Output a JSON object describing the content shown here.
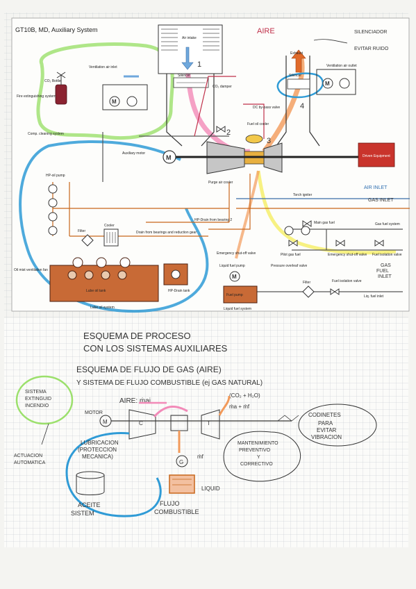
{
  "printed": {
    "title": "GT10B, MD, Auxiliary System",
    "air_intake": "Air intake",
    "exhaust": "Exhaust",
    "vent_inlet": "Ventilation air inlet",
    "vent_outlet": "Ventilation air outlet",
    "co2_bottle": "CO₂ Bottle",
    "fire_system": "Fire extinguishing system",
    "silencer": "Silencer",
    "co2_damper": "CO₂ damper",
    "comp_cleaning": "Comp. cleaning system",
    "auxiliary_motor": "Auxiliary motor",
    "dc_bypass": "DC by-pass valve",
    "fuel_oil_cooler": "Fuel oil cooler",
    "purge_air_cooler": "Purge air cooler",
    "hp_oil_pump": "HP-oil pump",
    "filter": "Filter",
    "cooler": "Cooler",
    "drain_bearings": "Drain from bearings and reduction gear",
    "hp_drain": "HP-Drain from bearing 2",
    "torch_igniter": "Torch igniter",
    "main_gas_fuel": "Main gas fuel",
    "pilot_gas_fuel": "Pilot gas fuel",
    "emergency_valve": "Emergency shut-off valve",
    "gas_fuel_system": "Gas fuel system",
    "fuel_isolation": "Fuel isolation valve",
    "oil_mist": "Oil mist ventilation fan",
    "lube_oil_tank": "Lube oil tank",
    "lube_oil_system": "Lube oil system",
    "hp_drain_tank": "HP-Drain tank",
    "emergency_shutoff": "Emergency shut-off valve",
    "liquid_fuel_pump": "Liquid fuel pump",
    "pressure_overleaf": "Pressure overleaf valve",
    "fuel_pump": "Fuel pump",
    "liquid_fuel_system": "Liquid fuel system",
    "liq_fuel_inlet": "Liq. fuel inlet",
    "driven_equipment": "Driven Equipment"
  },
  "handwritten": {
    "aire": "AIRE",
    "silenciador": "SILENCIADOR",
    "evitar_ruido": "EVITAR RUIDO",
    "air_inlet": "AIR INLET",
    "gas_inlet": "GAS INLET",
    "gas": "GAS",
    "fuel": "FUEL",
    "inlet": "INLET",
    "n1": "1",
    "n2": "2",
    "n3": "3",
    "n4": "4",
    "heading1": "ESQUEMA DE PROCESO",
    "heading2": "CON LOS SISTEMAS AUXILIARES",
    "heading3": "ESQUEMA DE FLUJO DE GAS (AIRE)",
    "heading4": "Y SISTEMA DE FLUJO COMBUSTIBLE (ej GAS NATURAL)",
    "ext1": "SISTEMA",
    "ext2": "EXTINGUID",
    "ext3": "INCENDIO",
    "act1": "ACTUACION",
    "act2": "AUTOMATICA",
    "aire_mai": "AIRE: ṁai",
    "co2h2o": "(CO₂ + H₂O)",
    "mass_flow": "ṁa + ṁf",
    "motor": "MOTOR",
    "m": "M",
    "c": "C",
    "t": "T",
    "mf": "ṁf",
    "codinetes": "CODINETES",
    "para": "PARA",
    "evitar": "EVITAR",
    "vibracion": "VIBRACION",
    "lub1": "LUBRICACION",
    "lub2": "(PROTECCION",
    "lub3": "MECANICA)",
    "mant1": "MANTENIMIENTO",
    "mant2": "PREVENTIVO",
    "mant3": "Y",
    "mant4": "CORRECTIVO",
    "g": "G",
    "liquid": "LIQUID",
    "aceite1": "ACEITE",
    "aceite2": "SISTEM",
    "flujo1": "FLUJO",
    "flujo2": "COMBUSTIBLE"
  }
}
